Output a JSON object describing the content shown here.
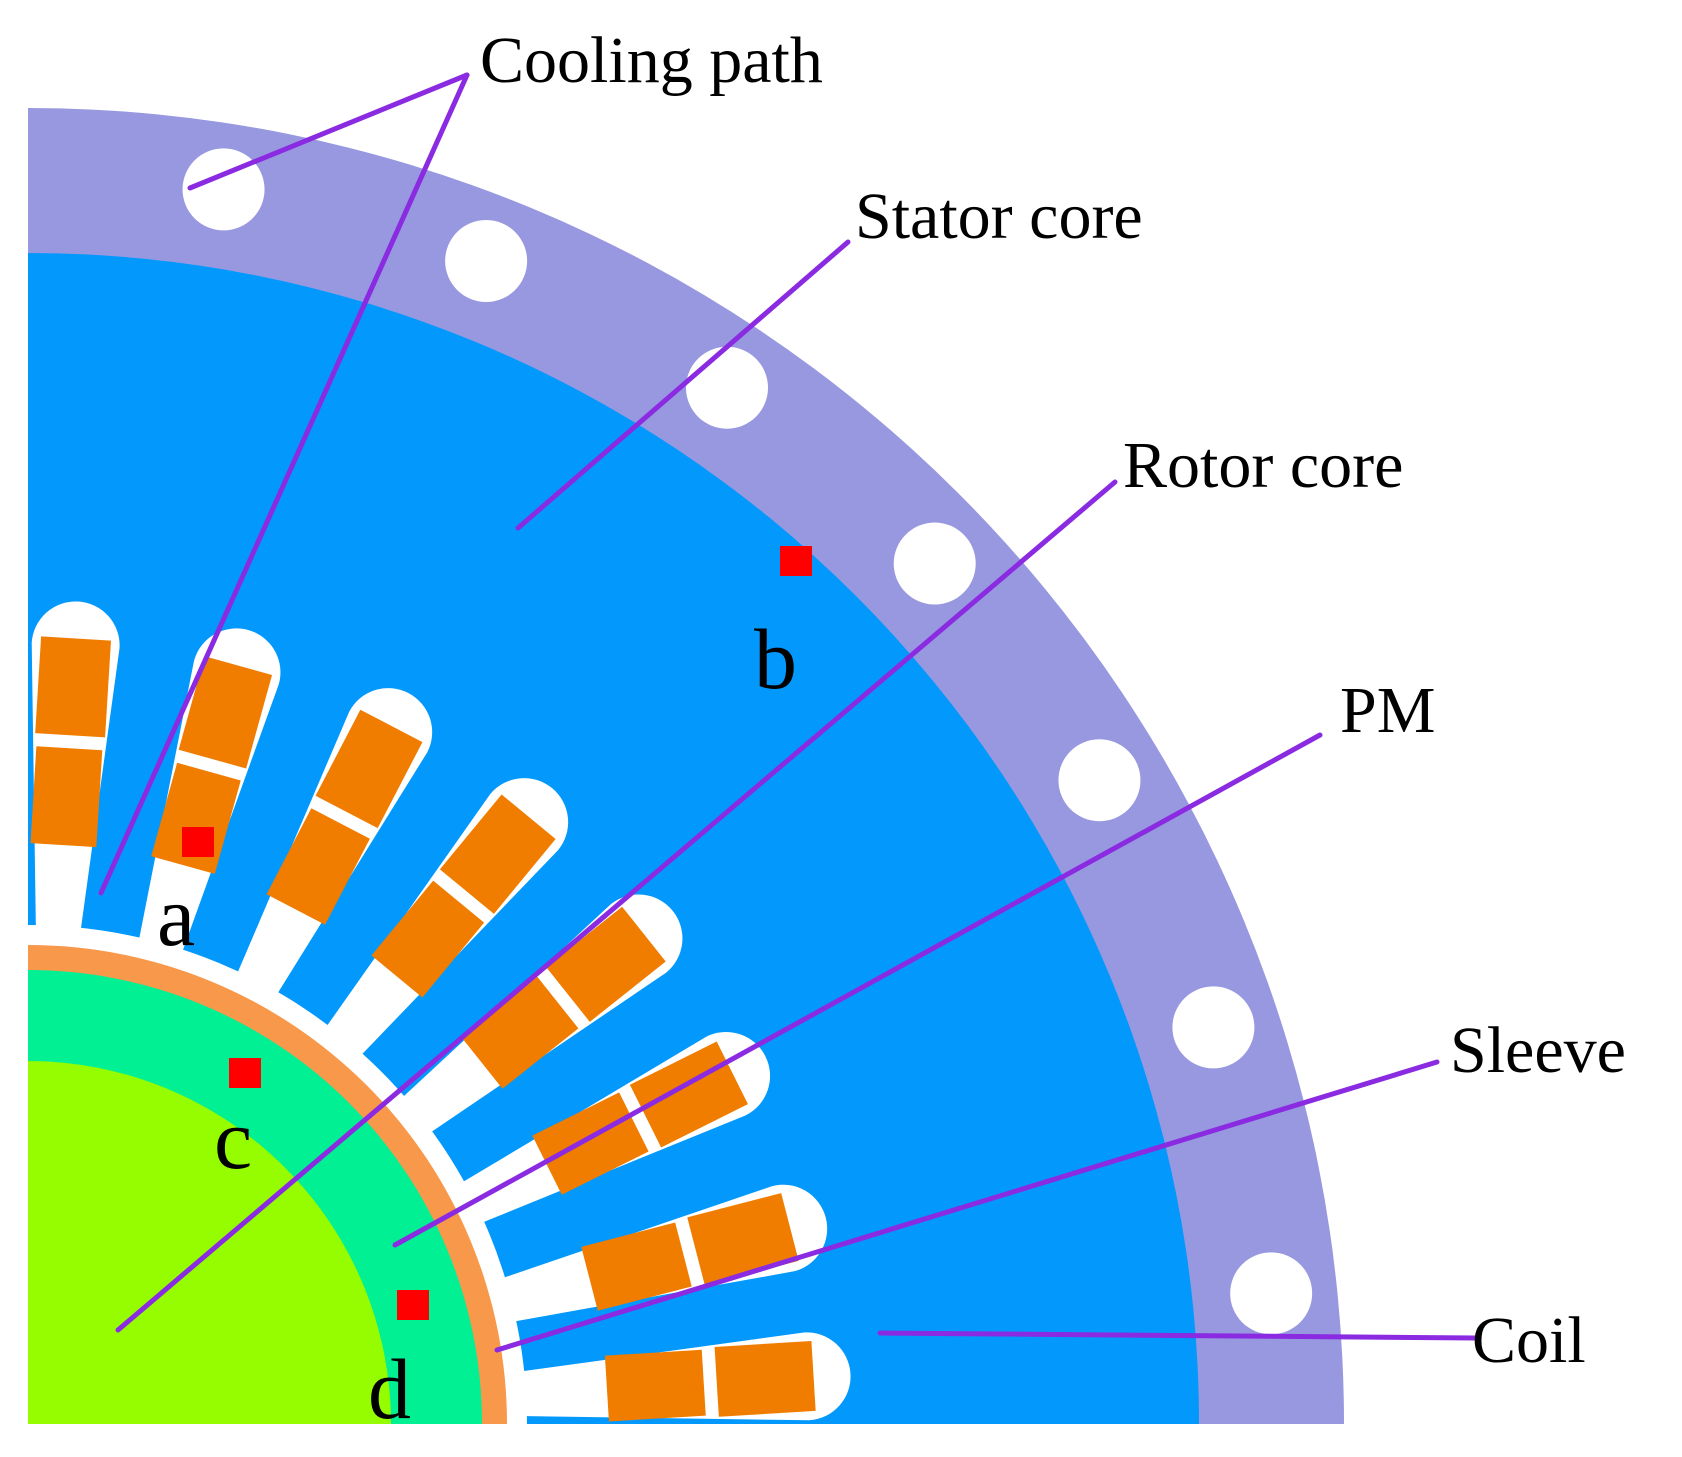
{
  "labels": {
    "cooling_path": "Cooling path",
    "stator_core": "Stator core",
    "rotor_core": "Rotor core",
    "pm": "PM",
    "sleeve": "Sleeve",
    "coil": "Coil"
  },
  "markers": {
    "a": "a",
    "b": "b",
    "c": "c",
    "d": "d"
  },
  "colors": {
    "housing": "#9898e0",
    "stator_core": "#0398fc",
    "slot_insulation": "#ffffff",
    "coil": "#f07c00",
    "sleeve": "#f7984a",
    "pm": "#00f093",
    "rotor_core": "#96fd00",
    "leader_line": "#8a2be2",
    "marker": "#ff0000",
    "cooling_hole": "#ffffff"
  }
}
